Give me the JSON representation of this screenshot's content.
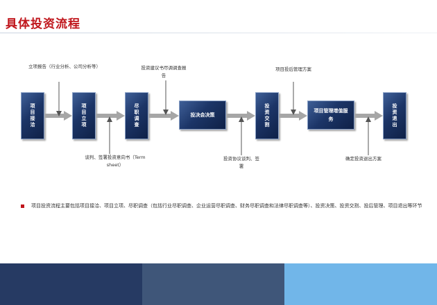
{
  "title": "具体投资流程",
  "steps": {
    "s1": "项目接洽",
    "s2": "项目立项",
    "s3": "尽职调查",
    "s4": "投决会决策",
    "s5": "投资交割",
    "s6": "项目管理增值服务",
    "s7": "投资退出"
  },
  "notes": {
    "n1": "立项报告（行业分析、公司分析等）",
    "n2": "投资建议书尽调调查报告",
    "n3": "项目投后管理方案",
    "n4": "谈判、签署投资意向书（Term sheet）",
    "n5": "投资协议谈判、签署",
    "n6": "确定投资退出方案"
  },
  "bullet": "项目投资流程主要包括项目接洽、项目立项、尽职调查（包括行业尽职调查、企业运营尽职调查、财务尽职调查和法律尽职调查等）、投资决策、投资交割、投后管理、项目退出等环节",
  "colors": {
    "accent": "#c0161c",
    "box_dark": "#0f2147",
    "arrow": "#a6a6a6",
    "band_1": "#263a63",
    "band_2": "#3f5679",
    "band_3": "#71b6e9"
  }
}
